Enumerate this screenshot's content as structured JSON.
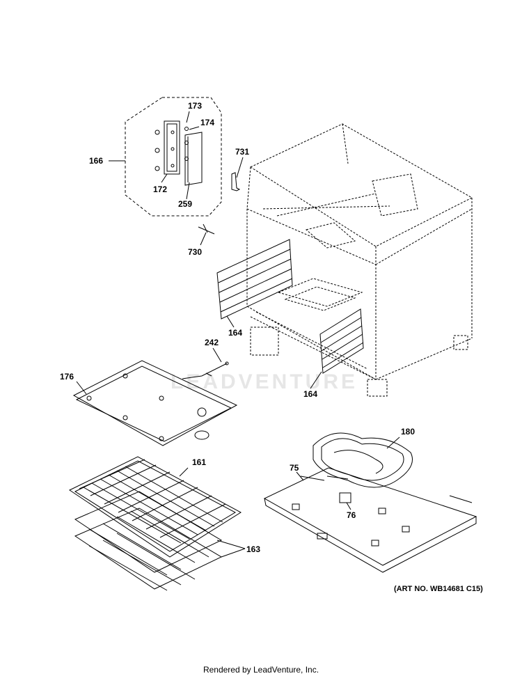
{
  "diagram": {
    "parts": [
      {
        "id": "173",
        "label": "173"
      },
      {
        "id": "174",
        "label": "174"
      },
      {
        "id": "166",
        "label": "166"
      },
      {
        "id": "172",
        "label": "172"
      },
      {
        "id": "259",
        "label": "259"
      },
      {
        "id": "731",
        "label": "731"
      },
      {
        "id": "730",
        "label": "730"
      },
      {
        "id": "164a",
        "label": "164"
      },
      {
        "id": "164b",
        "label": "164"
      },
      {
        "id": "242",
        "label": "242"
      },
      {
        "id": "176",
        "label": "176"
      },
      {
        "id": "180",
        "label": "180"
      },
      {
        "id": "161",
        "label": "161"
      },
      {
        "id": "75",
        "label": "75"
      },
      {
        "id": "76",
        "label": "76"
      },
      {
        "id": "163",
        "label": "163"
      }
    ],
    "art_number": "(ART NO. WB14681 C15)",
    "watermark": "LEADVENTURE",
    "footer": "Rendered by LeadVenture, Inc."
  }
}
